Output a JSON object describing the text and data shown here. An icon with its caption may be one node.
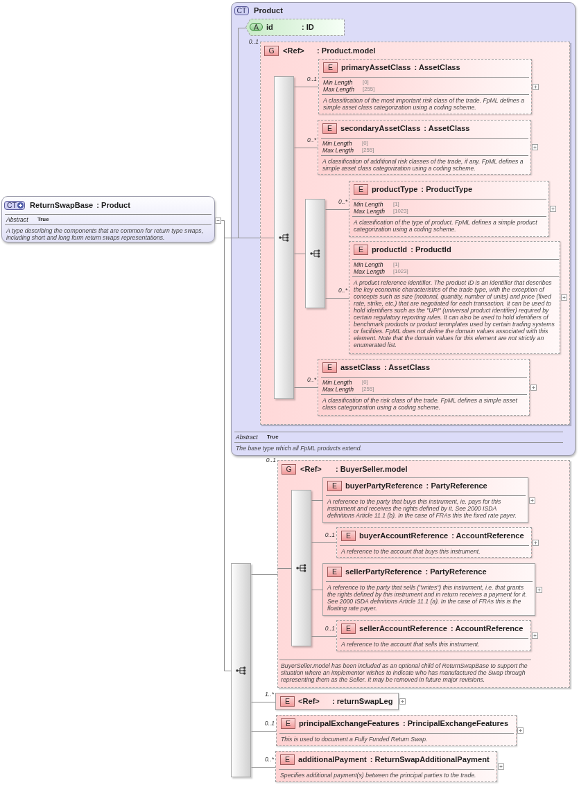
{
  "diagram": {
    "nodes": [
      {
        "text": [
          "CT",
          "ReturnSwapBase",
          ": Product",
          "Abstract",
          "True",
          "A type describing the components that are common for return type swaps, including short and long form return swaps representations."
        ]
      },
      {
        "text": [
          "CT",
          "Product",
          "Abstract",
          "True",
          "The base type which all FpML products extend."
        ]
      },
      {
        "text": [
          "A",
          "id",
          ": ID"
        ],
        "in": 1
      },
      {
        "text": [
          "G",
          "<Ref>",
          ": Product.model"
        ],
        "in": 1,
        "beside": [
          "0..1"
        ]
      },
      {
        "text": [],
        "shape": "bar",
        "in": 3
      },
      {
        "text": [
          "E",
          "primaryAssetClass",
          ": AssetClass",
          "Min Length",
          "[0]",
          "Max Length",
          "[255]",
          "A classification of the most important risk class of the trade. FpML defines a simple asset class categorization using a coding scheme."
        ],
        "in": 3,
        "beside": [
          "0..1"
        ]
      },
      {
        "text": [
          "E",
          "secondaryAssetClass",
          ": AssetClass",
          "Min Length",
          "[0]",
          "Max Length",
          "[255]",
          "A classification of additional risk classes of the trade, if any. FpML defines a simple asset class categorization using a coding scheme."
        ],
        "in": 3,
        "beside": [
          "0..*"
        ]
      },
      {
        "text": [],
        "shape": "bar",
        "in": 3
      },
      {
        "text": [
          "E",
          "productType",
          ": ProductType",
          "Min Length",
          "[1]",
          "Max Length",
          "[1023]",
          "A classification of the type of product. FpML defines a simple product categorization using a coding scheme."
        ],
        "in": 3,
        "beside": [
          "0..*"
        ]
      },
      {
        "text": [
          "E",
          "productId",
          ": ProductId",
          "Min Length",
          "[1]",
          "Max Length",
          "[1023]",
          "A product reference identifier. The product ID is an identifier that describes the key economic characteristics of the trade type, with the exception of concepts such as size (notional, quantity, number of units) and price (fixed rate, strike, etc.) that are negotiated for each transaction. It can be used to hold identifiers such as the \"UPI\" (universal product identifier) required by certain regulatory reporting rules. It can also be used to hold identifiers of benchmark products or product temnplates used by certain trading systems or facilities. FpML does not define the domain values associated with this element. Note that the domain values for this element are not strictly an enumerated list."
        ],
        "in": 3,
        "beside": [
          "0..*"
        ]
      },
      {
        "text": [
          "E",
          "assetClass",
          ": AssetClass",
          "Min Length",
          "[0]",
          "Max Length",
          "[255]",
          "A classification of the risk class of the trade. FpML defines a simple asset class categorization using a coding scheme."
        ],
        "in": 3,
        "beside": [
          "0..*"
        ]
      },
      {
        "text": [],
        "shape": "bar"
      },
      {
        "text": [
          "G",
          "<Ref>",
          ": BuyerSeller.model",
          "BuyerSeller.model has been included as an optional child of ReturnSwapBase to support the situation where an implementor wishes to indicate who has manufactured the Swap through representing them as the Seller. It may be removed in future major revisions."
        ],
        "beside": [
          "0..1"
        ]
      },
      {
        "text": [],
        "shape": "bar",
        "in": 12
      },
      {
        "text": [
          "E",
          "buyerPartyReference",
          ": PartyReference",
          "A reference to the party that buys this instrument, ie. pays for this instrument and receives the rights defined by it. See 2000 ISDA definitions Article 11.1 (b). In the case of FRAs this the fixed rate payer."
        ],
        "in": 12
      },
      {
        "text": [
          "E",
          "buyerAccountReference",
          ": AccountReference",
          "A reference to the account that buys this instrument."
        ],
        "in": 12,
        "beside": [
          "0..1"
        ]
      },
      {
        "text": [
          "E",
          "sellerPartyReference",
          ": PartyReference",
          "A reference to the party that sells (\"writes\") this instrument, i.e. that grants the rights defined by this instrument and in return receives a payment for it. See 2000 ISDA definitions Article 11.1 (a). In the case of FRAs this is the floating rate payer."
        ],
        "in": 12
      },
      {
        "text": [
          "E",
          "sellerAccountReference",
          ": AccountReference",
          "A reference to the account that sells this instrument."
        ],
        "in": 12,
        "beside": [
          "0..1"
        ]
      },
      {
        "text": [
          "E",
          "<Ref>",
          ": returnSwapLeg"
        ],
        "beside": [
          "1..*"
        ]
      },
      {
        "text": [
          "E",
          "principalExchangeFeatures",
          ": PrincipalExchangeFeatures",
          "This is used to document a Fully Funded Return Swap."
        ],
        "beside": [
          "0..1"
        ]
      },
      {
        "text": [
          "E",
          "additionalPayment",
          ": ReturnSwapAdditionalPayment",
          "Specifies additional payment(s) between the principal parties to the trade."
        ],
        "beside": [
          "0..*"
        ]
      }
    ],
    "edges": [
      {
        "from": 0,
        "to": 1,
        "arrow": "none"
      },
      {
        "from": 0,
        "to": 11,
        "arrow": "none"
      },
      {
        "from": 1,
        "to": 2,
        "arrow": "none"
      },
      {
        "from": 1,
        "to": 3,
        "arrow": "none"
      },
      {
        "from": 3,
        "to": 4,
        "arrow": "none"
      },
      {
        "from": 4,
        "to": 5,
        "arrow": "none"
      },
      {
        "from": 4,
        "to": 6,
        "arrow": "none"
      },
      {
        "from": 4,
        "to": 7,
        "arrow": "none"
      },
      {
        "from": 7,
        "to": 8,
        "arrow": "none"
      },
      {
        "from": 7,
        "to": 9,
        "arrow": "none"
      },
      {
        "from": 4,
        "to": 10,
        "arrow": "none"
      },
      {
        "from": 11,
        "to": 12,
        "arrow": "none"
      },
      {
        "from": 12,
        "to": 13,
        "arrow": "none"
      },
      {
        "from": 13,
        "to": 14,
        "arrow": "none"
      },
      {
        "from": 13,
        "to": 15,
        "arrow": "none"
      },
      {
        "from": 13,
        "to": 16,
        "arrow": "none"
      },
      {
        "from": 13,
        "to": 17,
        "arrow": "none"
      },
      {
        "from": 11,
        "to": 18,
        "arrow": "none"
      },
      {
        "from": 11,
        "to": 19,
        "arrow": "none"
      },
      {
        "from": 11,
        "to": 20,
        "arrow": "none"
      }
    ]
  }
}
